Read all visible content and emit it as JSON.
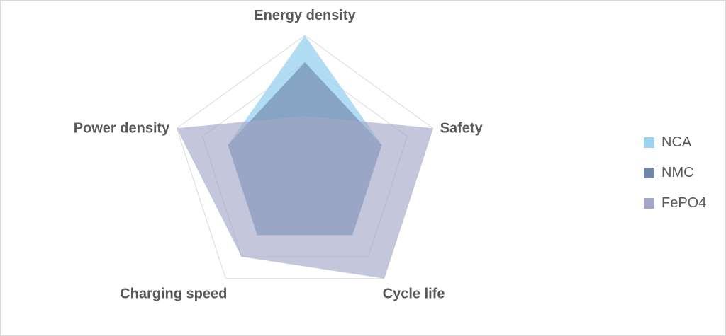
{
  "chart_data": {
    "type": "radar",
    "title": "",
    "categories": [
      "Energy density",
      "Safety",
      "Cycle life",
      "Charging speed",
      "Power density"
    ],
    "rlim": [
      0,
      5
    ],
    "grid": true,
    "legend_position": "right",
    "series": [
      {
        "name": "NCA",
        "values": [
          5,
          3,
          3,
          3,
          3
        ],
        "color": "#9dd3f0"
      },
      {
        "name": "NMC",
        "values": [
          4,
          3,
          3,
          3,
          3
        ],
        "color": "#6f86aa"
      },
      {
        "name": "FePO4",
        "values": [
          2,
          5,
          5,
          4,
          5
        ],
        "color": "#a4a8c8"
      }
    ]
  }
}
